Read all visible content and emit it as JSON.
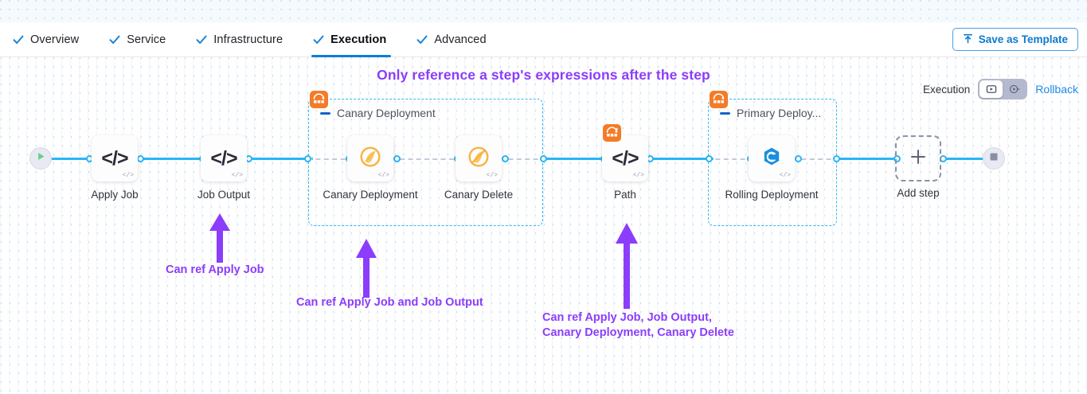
{
  "tabs": [
    {
      "label": "Overview",
      "icon": "check-icon",
      "active": false
    },
    {
      "label": "Service",
      "icon": "check-icon",
      "active": false
    },
    {
      "label": "Infrastructure",
      "icon": "check-icon",
      "active": false
    },
    {
      "label": "Execution",
      "icon": "check-icon",
      "active": true
    },
    {
      "label": "Advanced",
      "icon": "check-icon",
      "active": false
    }
  ],
  "header": {
    "save_template_label": "Save as Template",
    "save_template_icon": "template-upload-icon"
  },
  "canvas": {
    "headline": "Only reference a step's expressions after the step",
    "execution_label": "Execution",
    "toggle": {
      "left_icon": "execution-play-box-icon",
      "right_icon": "rollback-circle-play-icon",
      "selected": "execution"
    },
    "rollback_label": "Rollback",
    "add_step_label": "Add step",
    "add_step_icon": "plus-icon",
    "start_icon": "play-icon",
    "end_icon": "stop-square-icon"
  },
  "nodes": [
    {
      "id": "apply-job",
      "label": "Apply Job",
      "icon": "code-icon",
      "badge": "code-badge"
    },
    {
      "id": "job-output",
      "label": "Job Output",
      "icon": "code-icon",
      "badge": "code-badge"
    },
    {
      "id": "canary-deployment",
      "label": "Canary Deployment",
      "icon": "canary-bird-icon",
      "badge": "code-badge"
    },
    {
      "id": "canary-delete",
      "label": "Canary Delete",
      "icon": "canary-delete-icon",
      "badge": "code-badge"
    },
    {
      "id": "path",
      "label": "Path",
      "icon": "code-icon",
      "badge": "code-badge"
    },
    {
      "id": "rolling-deployment",
      "label": "Rolling Deployment",
      "icon": "rolling-e-icon",
      "badge": "code-badge"
    }
  ],
  "groups": [
    {
      "id": "canary-group",
      "label": "Canary Deployment",
      "icon": "step-group-icon"
    },
    {
      "id": "primary-group",
      "label": "Primary Deploy...",
      "icon": "step-group-icon"
    }
  ],
  "path_badge_icon": "step-group-star-icon",
  "annotations": [
    {
      "id": "ann-1",
      "text": "Can ref Apply Job"
    },
    {
      "id": "ann-2",
      "text": "Can ref Apply Job and Job Output"
    },
    {
      "id": "ann-3",
      "line1": "Can ref Apply Job, Job Output,",
      "line2": "Canary Deployment, Canary Delete"
    }
  ],
  "colors": {
    "accent_blue": "#0b7fd4",
    "edge_blue": "#29b5f6",
    "group_border": "#33b6ef",
    "annotation_purple": "#8b3dfb",
    "group_badge_orange": "#f47b27",
    "canary_orange": "#f7a93b",
    "rolling_blue": "#1a8fe0"
  }
}
